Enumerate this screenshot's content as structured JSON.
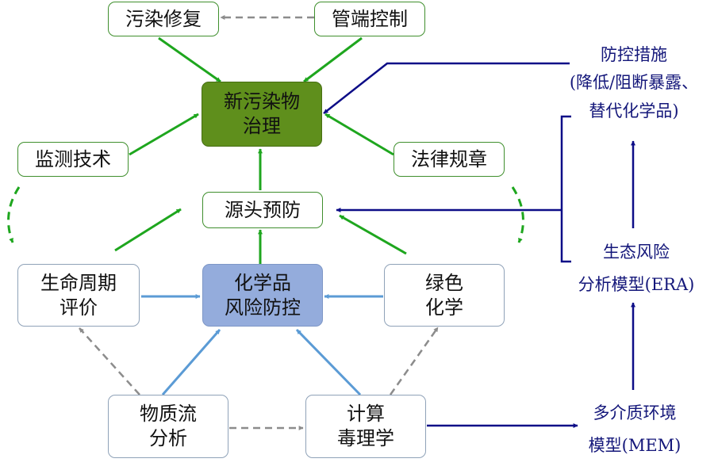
{
  "colors": {
    "green_arrow": "#1ea61e",
    "blue_arrow": "#5b9bd5",
    "gray_dashed": "#8c8c8c",
    "navy": "#0d0d87",
    "core_fill": "#5f8f1c",
    "risk_fill": "#94acdc"
  },
  "nodes": {
    "pollution_repair": {
      "line1": "污染修复"
    },
    "end_control": {
      "line1": "管端控制"
    },
    "governance": {
      "line1": "新污染物",
      "line2": "治理"
    },
    "monitoring": {
      "line1": "监测技术"
    },
    "regulations": {
      "line1": "法律规章"
    },
    "source_prevention": {
      "line1": "源头预防"
    },
    "lifecycle": {
      "line1": "生命周期",
      "line2": "评价"
    },
    "chemical_risk": {
      "line1": "化学品",
      "line2": "风险防控"
    },
    "green_chem": {
      "line1": "绿色",
      "line2": "化学"
    },
    "mfa": {
      "line1": "物质流",
      "line2": "分析"
    },
    "comp_tox": {
      "line1": "计算",
      "line2": "毒理学"
    }
  },
  "labels": {
    "measures": {
      "line1": "防控措施",
      "line2": "(降低/阻断暴露、",
      "line3": "替代化学品)"
    },
    "era": {
      "line1": "生态风险",
      "line2": "分析模型(ERA)"
    },
    "mem": {
      "line1": "多介质环境",
      "line2": "模型(MEM)"
    }
  }
}
